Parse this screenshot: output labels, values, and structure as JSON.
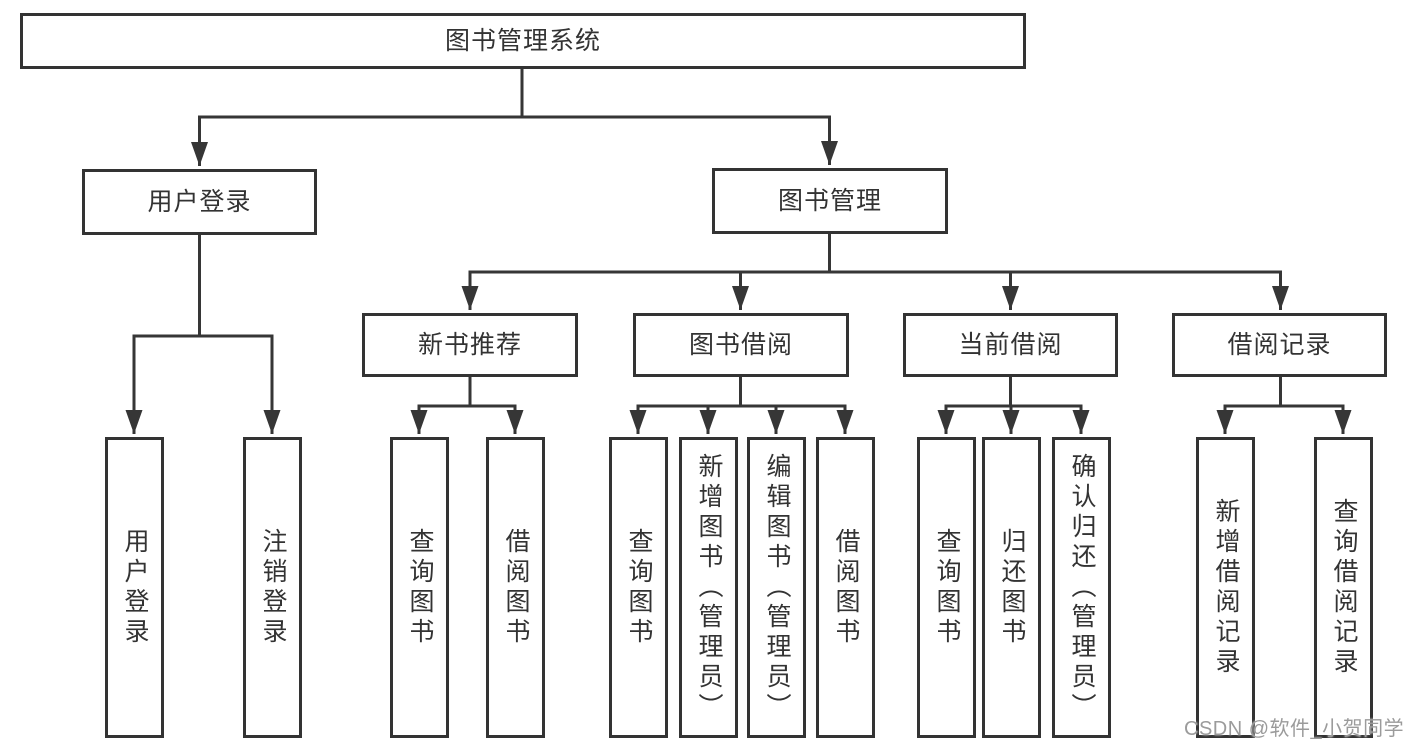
{
  "colors": {
    "line": "#363636",
    "box_border": "#333333",
    "text": "#333333",
    "watermark": "#9b9b9b",
    "background": "#ffffff"
  },
  "diagram": {
    "root": {
      "label": "图书管理系统"
    },
    "branches": [
      {
        "label": "用户登录",
        "children": [
          {
            "label": "用户登录"
          },
          {
            "label": "注销登录"
          }
        ]
      },
      {
        "label": "图书管理",
        "children": [
          {
            "label": "新书推荐",
            "children": [
              {
                "label": "查询图书"
              },
              {
                "label": "借阅图书"
              }
            ]
          },
          {
            "label": "图书借阅",
            "children": [
              {
                "label": "查询图书"
              },
              {
                "label": "新增图书（管理员）"
              },
              {
                "label": "编辑图书（管理员）"
              },
              {
                "label": "借阅图书"
              }
            ]
          },
          {
            "label": "当前借阅",
            "children": [
              {
                "label": "查询图书"
              },
              {
                "label": "归还图书"
              },
              {
                "label": "确认归还（管理员）"
              }
            ]
          },
          {
            "label": "借阅记录",
            "children": [
              {
                "label": "新增借阅记录"
              },
              {
                "label": "查询借阅记录"
              }
            ]
          }
        ]
      }
    ]
  },
  "watermark": "CSDN @软件_小贺同学"
}
